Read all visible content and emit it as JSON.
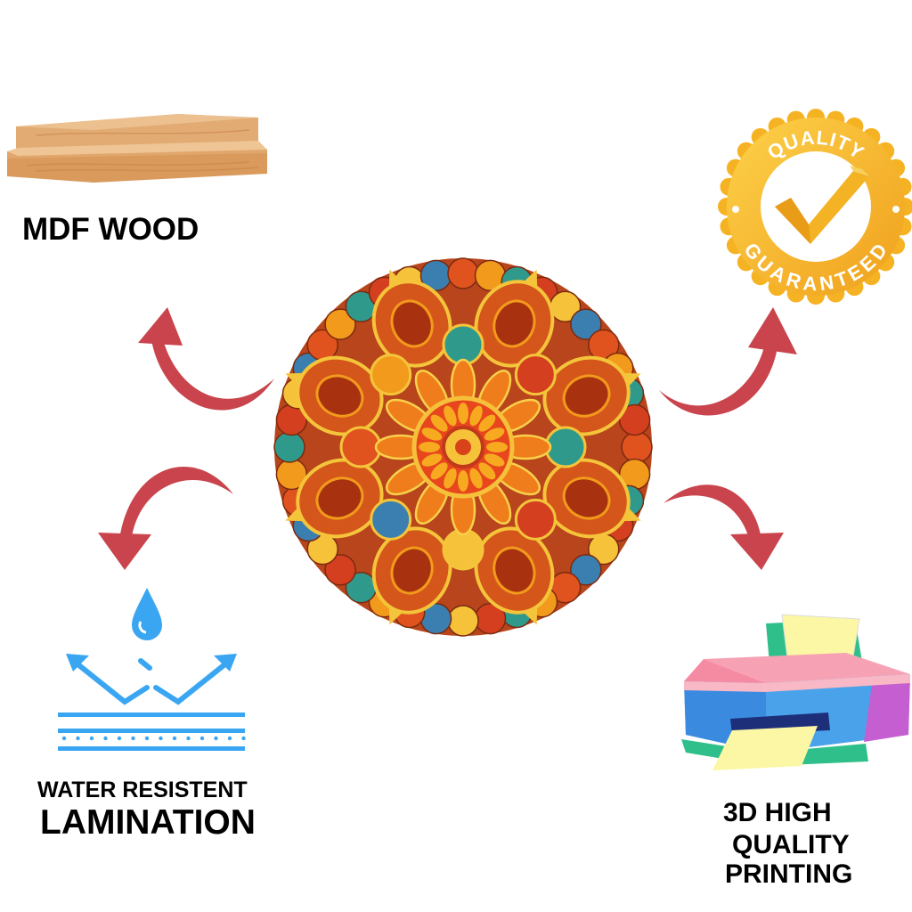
{
  "features": {
    "wood": {
      "label": "MDF WOOD",
      "icon": "wood-planks-icon"
    },
    "quality": {
      "badge_top": "QUALITY",
      "badge_bottom": "GUARANTEED",
      "icon": "quality-badge-icon"
    },
    "water": {
      "line1": "WATER RESISTENT",
      "line2": "LAMINATION",
      "icon": "water-resistant-icon"
    },
    "printing": {
      "line1": "3D HIGH",
      "line2": "QUALITY",
      "line3": "PRINTING",
      "icon": "printer-icon"
    }
  },
  "colors": {
    "arrow": "#c9444c",
    "badge": "#f5b324",
    "water": "#3aa6f2",
    "wood": "#d9a06a"
  }
}
